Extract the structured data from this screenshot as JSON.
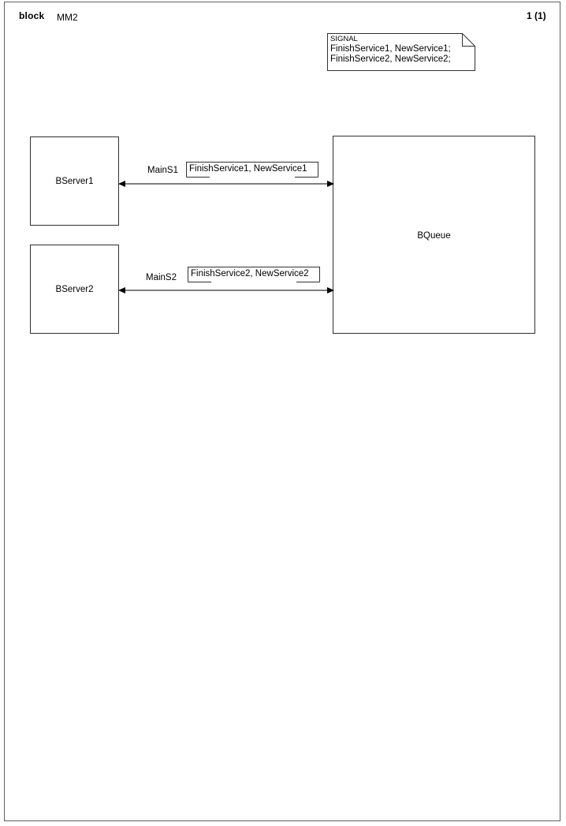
{
  "page": {
    "header": {
      "kind": "block",
      "name": "MM2",
      "page_number": "1 (1)"
    },
    "frame_color": "#606060",
    "background": "#ffffff"
  },
  "note": {
    "name": "signal-declaration-note",
    "keyword": "SIGNAL",
    "lines": [
      "FinishService1, NewService1;",
      "FinishService2, NewService2;"
    ],
    "border_color": "#303030"
  },
  "blocks": [
    {
      "id": "bserver1",
      "label": "BServer1"
    },
    {
      "id": "bserver2",
      "label": "BServer2"
    },
    {
      "id": "bqueue",
      "label": "BQueue"
    }
  ],
  "channels": [
    {
      "id": "mains1",
      "name": "MainS1",
      "from": "BServer1",
      "to": "BQueue",
      "bidirectional": true,
      "signals": "FinishService1, NewService1"
    },
    {
      "id": "mains2",
      "name": "MainS2",
      "from": "BServer2",
      "to": "BQueue",
      "bidirectional": true,
      "signals": "FinishService2, NewService2"
    }
  ]
}
